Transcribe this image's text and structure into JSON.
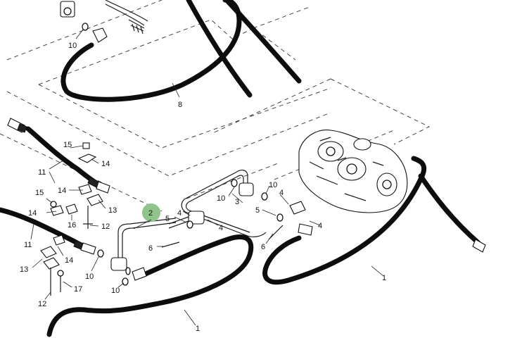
{
  "colors": {
    "hose": "#0d0d0d",
    "highlight": "#8fc48a",
    "background": "#ffffff"
  },
  "icons": {
    "pump": "hydraulic-pump-icon",
    "highlight": "highlight-circle-icon"
  },
  "callouts": {
    "c1a": "1",
    "c1b": "1",
    "c2": "2",
    "c3": "3",
    "c4a": "4",
    "c4b": "4",
    "c4c": "4",
    "c4d": "4",
    "c5a": "5",
    "c5b": "5",
    "c6a": "6",
    "c6b": "6",
    "c8": "8",
    "c10a": "10",
    "c10b": "10",
    "c10c": "10",
    "c10d": "10",
    "c10e": "10",
    "c11a": "11",
    "c11b": "11",
    "c12a": "12",
    "c12b": "12",
    "c13a": "13",
    "c13b": "13",
    "c14a": "14",
    "c14b": "14",
    "c14c": "14",
    "c14d": "14",
    "c15a": "15",
    "c15b": "15",
    "c16": "16",
    "c17": "17"
  }
}
